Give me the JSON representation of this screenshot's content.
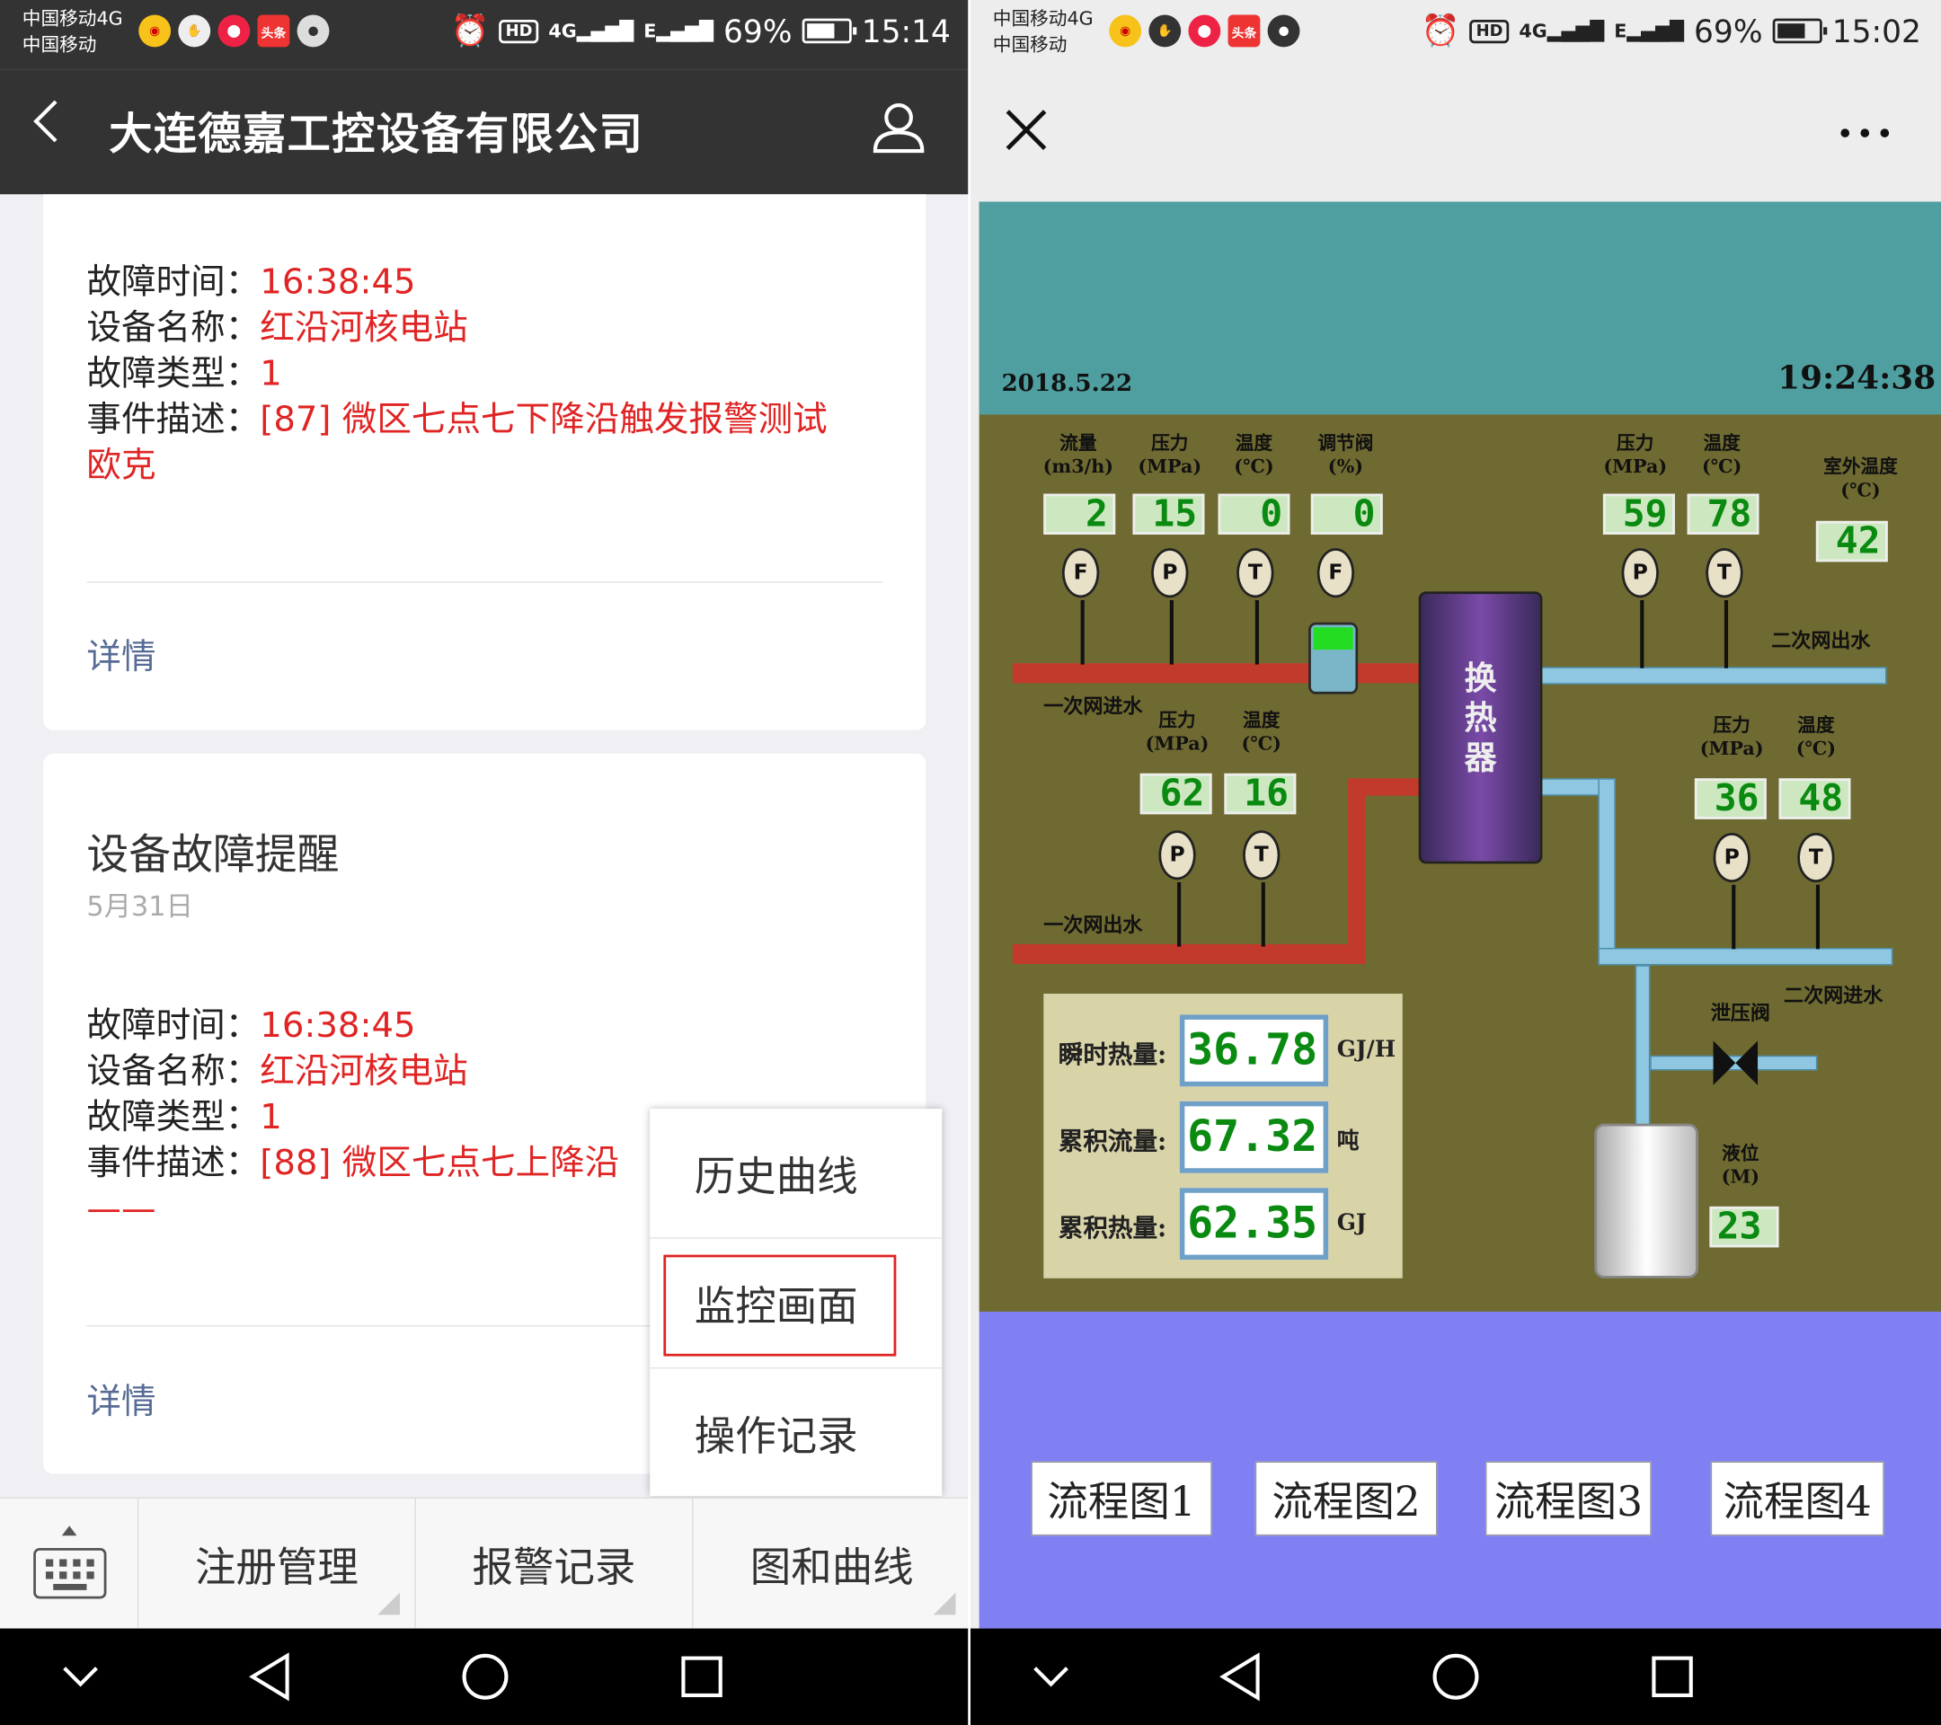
{
  "left": {
    "status": {
      "carrier1": "中国移动4G",
      "carrier2": "中国移动",
      "battery": "69%",
      "time": "15:14"
    },
    "title": "大连德嘉工控设备有限公司",
    "labels": {
      "time": "故障时间：",
      "device": "设备名称：",
      "type": "故障类型：",
      "desc": "事件描述："
    },
    "card1": {
      "time": "16:38:45",
      "device": "红沿河核电站",
      "type": "1",
      "desc": "[87] 微区七点七下降沿触发报警测试",
      "desc2": "欧克",
      "detail": "详情"
    },
    "card2": {
      "title": "设备故障提醒",
      "date": "5月31日",
      "time": "16:38:45",
      "device": "红沿河核电站",
      "type": "1",
      "desc": "[88] 微区七点七上降沿",
      "desc2": "——",
      "detail": "详情"
    },
    "popup": [
      "历史曲线",
      "监控画面",
      "操作记录"
    ],
    "menu": [
      "注册管理",
      "报警记录",
      "图和曲线"
    ]
  },
  "right": {
    "status": {
      "carrier1": "中国移动4G",
      "carrier2": "中国移动",
      "battery": "69%",
      "time": "15:02"
    },
    "scada": {
      "date": "2018.5.22",
      "clock": "19:24:38",
      "lbl_flow": "流量",
      "lbl_flow_u": "(m3/h)",
      "lbl_p": "压力",
      "lbl_p_u": "(MPa)",
      "lbl_t": "温度",
      "lbl_t_u": "(℃)",
      "lbl_v": "调节阀",
      "lbl_v_u": "(%)",
      "lbl_out": "室外温度",
      "lbl_out_u": "(℃)",
      "lbl_level": "液位",
      "lbl_level_u": "(M)",
      "lbl_relief": "泄压阀",
      "primary_in": "一次网进水",
      "primary_out": "一次网出水",
      "secondary_out": "二次网出水",
      "secondary_in": "二次网进水",
      "hx": "换热器",
      "v_flow": "2",
      "v_p1": "15",
      "v_t1": "0",
      "v_valve": "0",
      "v_p2": "59",
      "v_t2": "78",
      "v_outdoor": "42",
      "v_p3": "62",
      "v_t3": "16",
      "v_p4": "36",
      "v_t4": "48",
      "v_level": "23",
      "inst_heat_l": "瞬时热量:",
      "inst_heat": "36.78",
      "inst_heat_u": "GJ/H",
      "cum_flow_l": "累积流量:",
      "cum_flow": "67.32",
      "cum_flow_u": "吨",
      "cum_heat_l": "累积热量:",
      "cum_heat": "62.35",
      "cum_heat_u": "GJ"
    },
    "buttons": [
      "流程图1",
      "流程图2",
      "流程图3",
      "流程图4"
    ]
  }
}
